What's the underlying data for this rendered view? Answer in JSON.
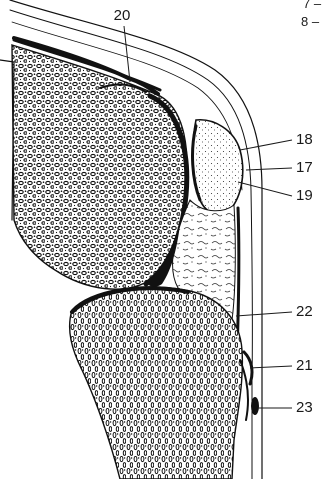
{
  "cut_off_labels": [
    {
      "id": "7",
      "text": "7 –"
    },
    {
      "id": "8",
      "text": "8 –"
    }
  ],
  "labels": [
    {
      "id": "20",
      "text": "20"
    },
    {
      "id": "18",
      "text": "18"
    },
    {
      "id": "17",
      "text": "17"
    },
    {
      "id": "19",
      "text": "19"
    },
    {
      "id": "22",
      "text": "22"
    },
    {
      "id": "21",
      "text": "21"
    },
    {
      "id": "23",
      "text": "23"
    }
  ]
}
